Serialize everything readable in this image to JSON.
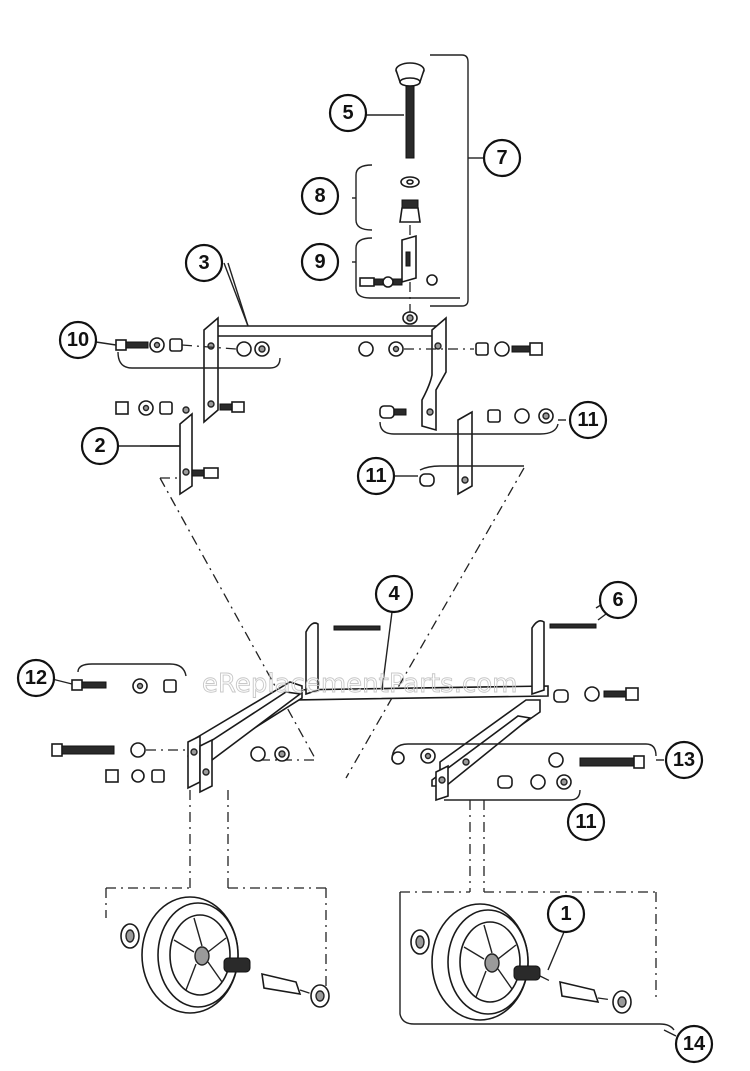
{
  "callouts": {
    "c1": "1",
    "c2": "2",
    "c3": "3",
    "c4": "4",
    "c5": "5",
    "c6": "6",
    "c7": "7",
    "c8": "8",
    "c9": "9",
    "c10": "10",
    "c11a": "11",
    "c11b": "11",
    "c11c": "11",
    "c12": "12",
    "c13": "13",
    "c14": "14"
  },
  "watermark": "eReplacementParts.com"
}
